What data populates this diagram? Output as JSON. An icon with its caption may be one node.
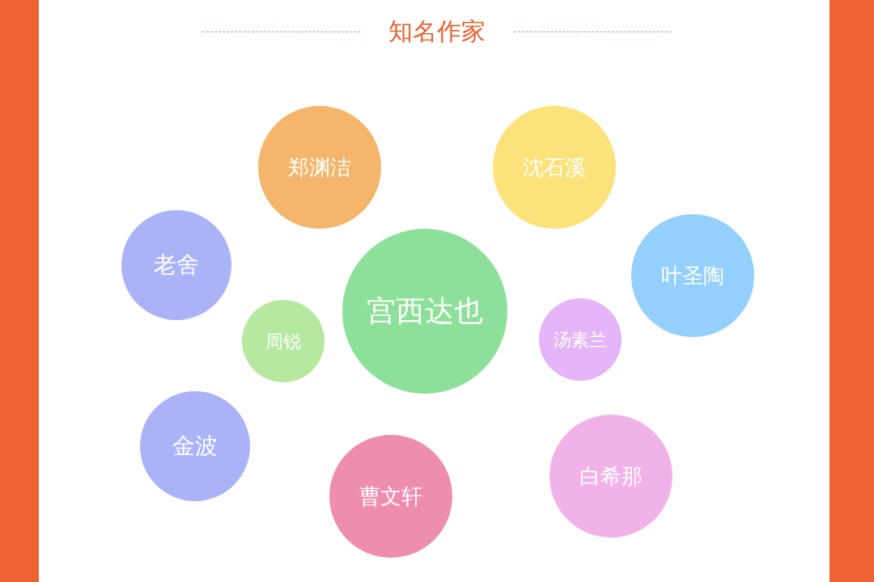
{
  "diagram": {
    "title": "知名作家",
    "nodes": [
      {
        "text": [
          "郑渊洁"
        ]
      },
      {
        "text": [
          "沈石溪"
        ]
      },
      {
        "text": [
          "老舍"
        ]
      },
      {
        "text": [
          "叶圣陶"
        ]
      },
      {
        "text": [
          "宫西达也"
        ]
      },
      {
        "text": [
          "周锐"
        ]
      },
      {
        "text": [
          "汤素兰"
        ]
      },
      {
        "text": [
          "金波"
        ]
      },
      {
        "text": [
          "白希那"
        ]
      },
      {
        "text": [
          "曹文轩"
        ]
      }
    ]
  }
}
